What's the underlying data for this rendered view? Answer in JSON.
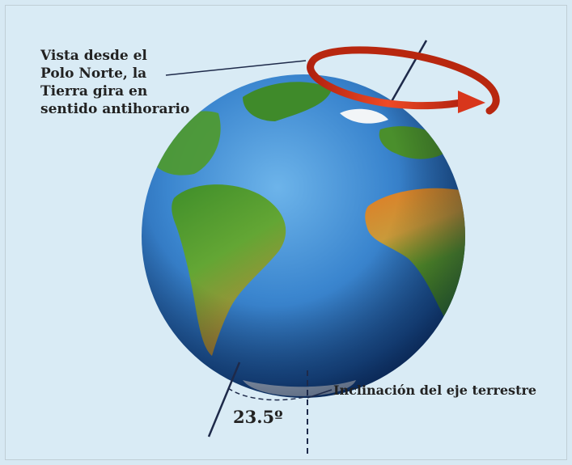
{
  "labels": {
    "rotation_line1": "Vista desde el",
    "rotation_line2": "Polo Norte, la",
    "rotation_line3": "Tierra gira en",
    "rotation_line4": "sentido antihorario",
    "tilt_axis": "Inclinación del eje terrestre",
    "angle": "23.5º"
  },
  "colors": {
    "background": "#d9ebf5",
    "ocean": "#2f74c0",
    "land_green": "#4f9a2a",
    "land_orange": "#d9852e",
    "rotation_arrow": "#d8361c",
    "axis_line": "#1e2a4a"
  }
}
